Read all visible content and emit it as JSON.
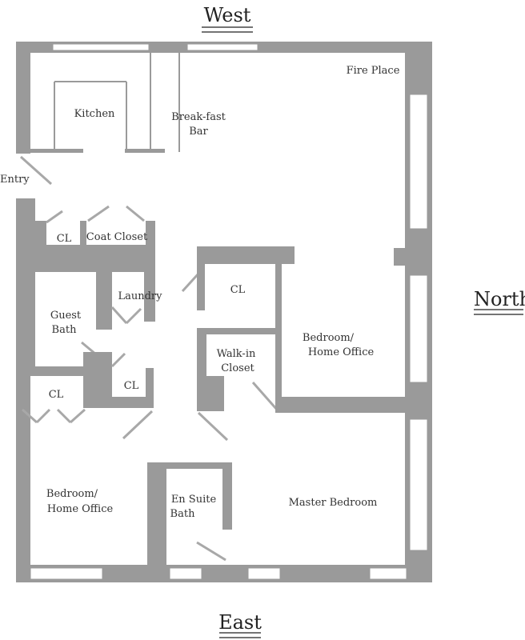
{
  "directions": {
    "west": "West",
    "east": "East",
    "north": "North"
  },
  "rooms": {
    "kitchen": "Kitchen",
    "breakfast_bar": [
      "Break-fast",
      "Bar"
    ],
    "fire_place": "Fire Place",
    "entry": "Entry",
    "cl_entry": "CL",
    "coat_closet": "Coat Closet",
    "laundry": "Laundry",
    "guest_bath": [
      "Guest",
      "Bath"
    ],
    "cl_hall": "CL",
    "cl_bedroom_left": "CL",
    "cl_center": "CL",
    "walk_in_closet": [
      "Walk-in",
      "Closet"
    ],
    "bedroom_office_north": [
      "Bedroom/",
      "Home Office"
    ],
    "bedroom_office_east": [
      "Bedroom/",
      "Home Office"
    ],
    "en_suite_bath": [
      "En Suite",
      "Bath"
    ],
    "master_bedroom": "Master Bedroom"
  },
  "colors": {
    "wall": "#9a9a9a",
    "text": "#333333"
  }
}
